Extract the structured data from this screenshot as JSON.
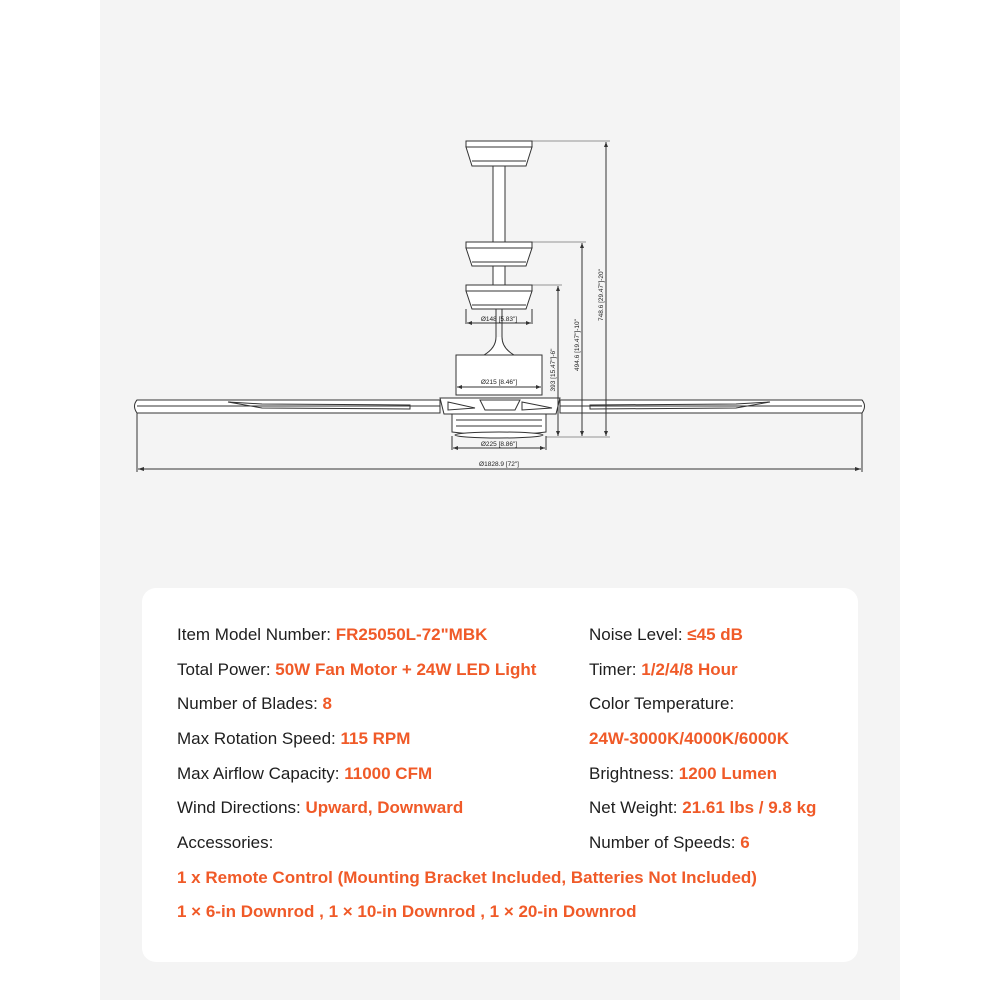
{
  "dimensions": {
    "canopy_diameter": "Ø148 [5.83\"]",
    "motor_diameter": "Ø215 [8.46\"]",
    "light_diameter": "Ø225 [8.86\"]",
    "blade_span": "Ø1828.9 [72\"]",
    "height_short": "393 [15.47\"]-6\"",
    "height_mid": "494.6 [19.47\"]-10\"",
    "height_long": "748.6 [29.47\"]-20\""
  },
  "specs": {
    "model_label": "Item Model Number: ",
    "model_value": "FR25050L-72\"MBK",
    "power_label": "Total Power: ",
    "power_value": "50W Fan Motor + 24W LED Light",
    "blades_label": "Number of Blades: ",
    "blades_value": "8",
    "rotation_label": "Max Rotation Speed: ",
    "rotation_value": "115 RPM",
    "airflow_label": "Max Airflow Capacity: ",
    "airflow_value": "11000 CFM",
    "wind_label": "Wind Directions: ",
    "wind_value": "Upward, Downward",
    "accessories_label": "Accessories:",
    "accessory_1": "1 x Remote Control (Mounting Bracket Included, Batteries Not Included)",
    "accessory_2": "1 × 6-in Downrod , 1 × 10-in Downrod  , 1 × 20-in Downrod",
    "noise_label": "Noise Level: ",
    "noise_value": "≤45 dB",
    "timer_label": "Timer: ",
    "timer_value": "1/2/4/8 Hour",
    "color_temp_label": "Color Temperature:",
    "color_temp_value": "24W-3000K/4000K/6000K",
    "brightness_label": "Brightness: ",
    "brightness_value": "1200 Lumen",
    "weight_label": "Net Weight: ",
    "weight_value": "21.61 lbs / 9.8 kg",
    "speeds_label": "Number of Speeds: ",
    "speeds_value": "6"
  },
  "colors": {
    "accent": "#f05a28",
    "panel": "#f4f4f4",
    "card": "#ffffff",
    "text": "#1e1e1e"
  }
}
